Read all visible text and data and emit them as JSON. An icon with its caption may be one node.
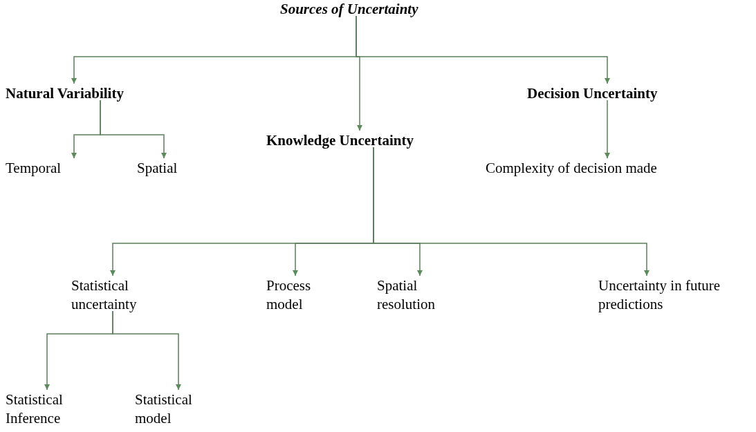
{
  "diagram": {
    "nodes": [
      {
        "text": [
          "Sources of Uncertainty"
        ]
      },
      {
        "text": [
          "Natural Variability"
        ]
      },
      {
        "text": [
          "Knowledge Uncertainty"
        ]
      },
      {
        "text": [
          "Decision Uncertainty"
        ]
      },
      {
        "text": [
          "Temporal"
        ]
      },
      {
        "text": [
          "Spatial"
        ]
      },
      {
        "text": [
          "Complexity of decision made"
        ]
      },
      {
        "text": [
          "Statistical uncertainty"
        ]
      },
      {
        "text": [
          "Process model"
        ]
      },
      {
        "text": [
          "Spatial resolution"
        ]
      },
      {
        "text": [
          "Uncertainty in future predictions"
        ]
      },
      {
        "text": [
          "Statistical Inference"
        ]
      },
      {
        "text": [
          "Statistical model"
        ]
      }
    ],
    "edges": [
      {
        "from": 0,
        "to": 1,
        "arrow": "to"
      },
      {
        "from": 0,
        "to": 2,
        "arrow": "to"
      },
      {
        "from": 0,
        "to": 3,
        "arrow": "to"
      },
      {
        "from": 1,
        "to": 4,
        "arrow": "to"
      },
      {
        "from": 1,
        "to": 5,
        "arrow": "to"
      },
      {
        "from": 3,
        "to": 6,
        "arrow": "to"
      },
      {
        "from": 2,
        "to": 7,
        "arrow": "to"
      },
      {
        "from": 2,
        "to": 8,
        "arrow": "to"
      },
      {
        "from": 2,
        "to": 9,
        "arrow": "to"
      },
      {
        "from": 2,
        "to": 10,
        "arrow": "to"
      },
      {
        "from": 7,
        "to": 11,
        "arrow": "to"
      },
      {
        "from": 7,
        "to": 12,
        "arrow": "to"
      }
    ]
  }
}
